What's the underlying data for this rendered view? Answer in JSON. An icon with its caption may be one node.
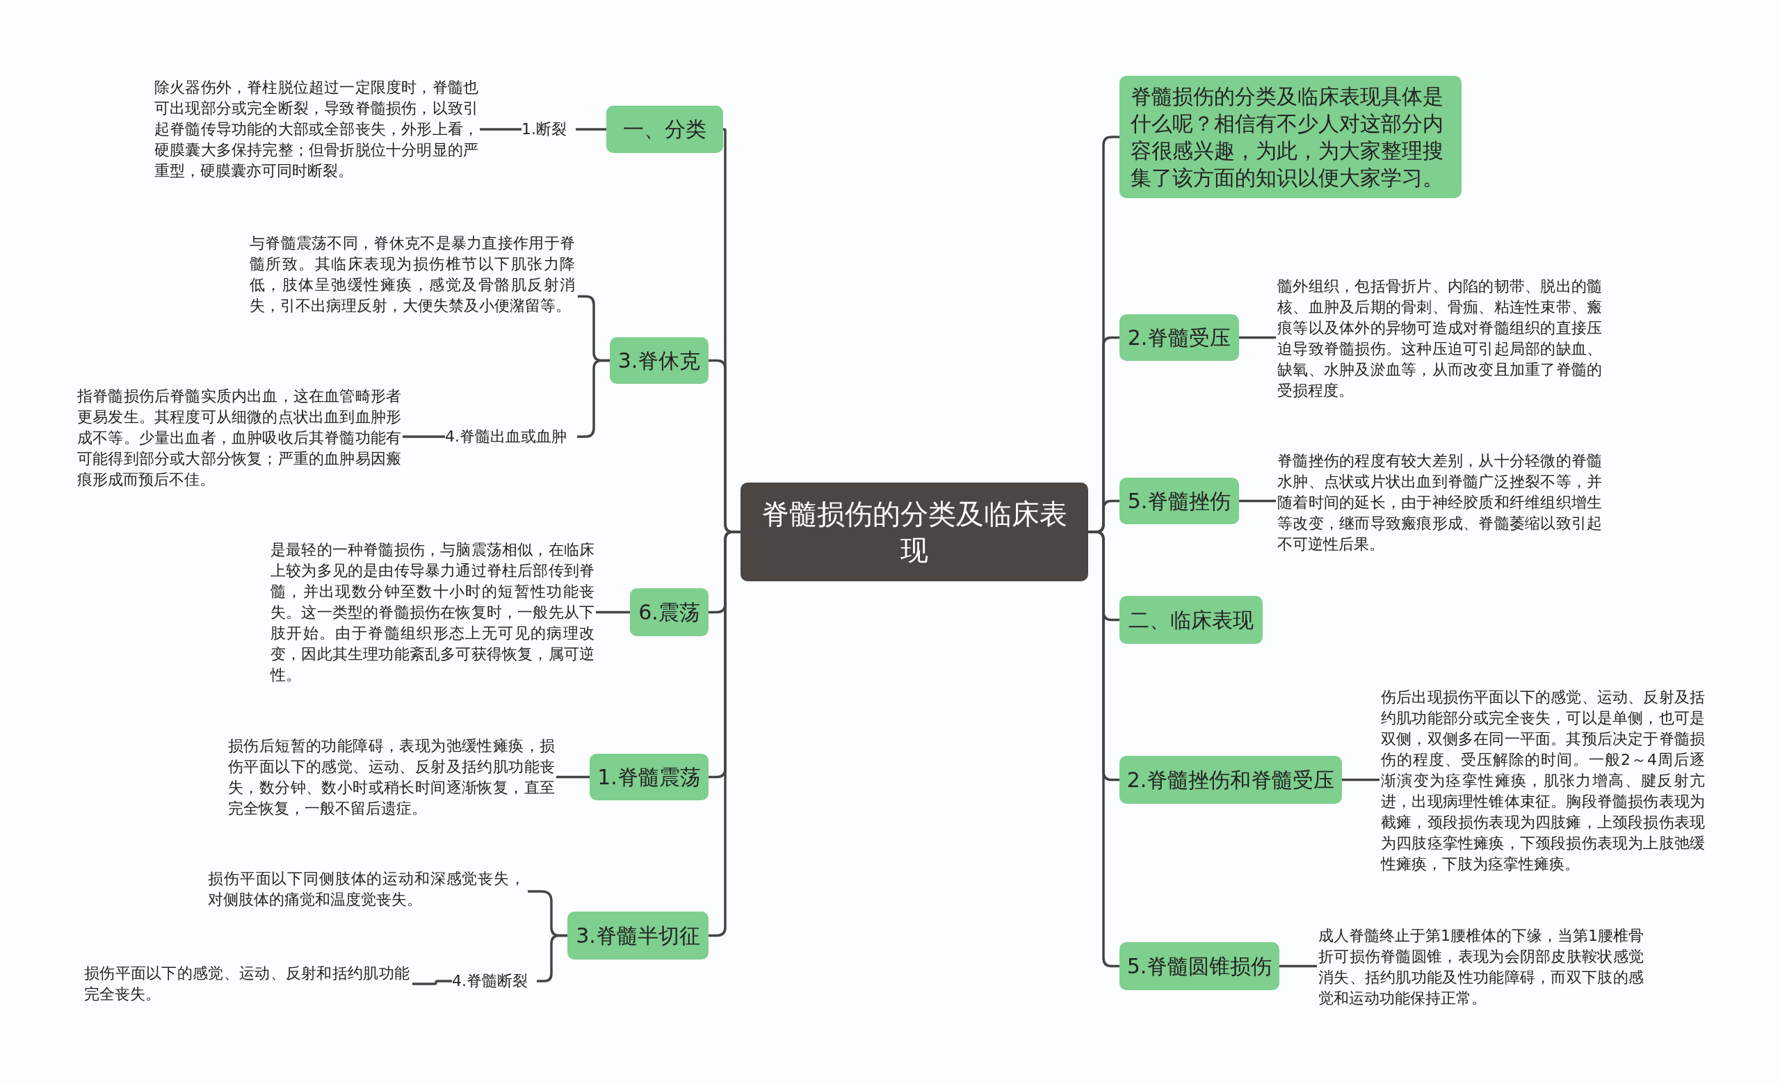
{
  "diagram": {
    "nodes": [
      {
        "text": [
          "脊髓损伤的分类及临床表现"
        ]
      },
      {
        "text": [
          "一、分类"
        ]
      },
      {
        "text": [
          "1.断裂"
        ]
      },
      {
        "text": [
          "除火器伤外，脊柱脱位超过一定限度时，脊髓也可出现部分或完全断裂，导致脊髓损伤，以致引起脊髓传导功能的大部或全部丧失，外形上看，硬膜囊大多保持完整；但骨折脱位十分明显的严重型，硬膜囊亦可同时断裂。"
        ]
      },
      {
        "text": [
          "3.脊休克"
        ]
      },
      {
        "text": [
          "与脊髓震荡不同，脊休克不是暴力直接作用于脊髓所致。其临床表现为损伤椎节以下肌张力降低，肢体呈弛缓性瘫痪，感觉及骨骼肌反射消失，引不出病理反射，大便失禁及小便潴留等。"
        ]
      },
      {
        "text": [
          "4.脊髓出血或血肿"
        ]
      },
      {
        "text": [
          "指脊髓损伤后脊髓实质内出血，这在血管畸形者更易发生。其程度可从细微的点状出血到血肿形成不等。少量出血者，血肿吸收后其脊髓功能有可能得到部分或大部分恢复；严重的血肿易因瘢痕形成而预后不佳。"
        ]
      },
      {
        "text": [
          "6.震荡"
        ]
      },
      {
        "text": [
          "是最轻的一种脊髓损伤，与脑震荡相似，在临床上较为多见的是由传导暴力通过脊柱后部传到脊髓，并出现数分钟至数十小时的短暂性功能丧失。这一类型的脊髓损伤在恢复时，一般先从下肢开始。由于脊髓组织形态上无可见的病理改变，因此其生理功能紊乱多可获得恢复，属可逆性。"
        ]
      },
      {
        "text": [
          "1.脊髓震荡"
        ]
      },
      {
        "text": [
          "损伤后短暂的功能障碍，表现为弛缓性瘫痪，损伤平面以下的感觉、运动、反射及括约肌功能丧失，数分钟、数小时或稍长时间逐渐恢复，直至完全恢复，一般不留后遗症。"
        ]
      },
      {
        "text": [
          "3.脊髓半切征"
        ]
      },
      {
        "text": [
          "损伤平面以下同侧肢体的运动和深感觉丧失，对侧肢体的痛觉和温度觉丧失。"
        ]
      },
      {
        "text": [
          "4.脊髓断裂"
        ]
      },
      {
        "text": [
          "损伤平面以下的感觉、运动、反射和括约肌功能完全丧失。"
        ]
      },
      {
        "text": [
          "脊髓损伤的分类及临床表现具体是什么呢？相信有不少人对这部分内容很感兴趣，为此，为大家整理搜集了该方面的知识以便大家学习。"
        ]
      },
      {
        "text": [
          "2.脊髓受压"
        ]
      },
      {
        "text": [
          "髓外组织，包括骨折片、内陷的韧带、脱出的髓核、血肿及后期的骨刺、骨痂、粘连性束带、瘢痕等以及体外的异物可造成对脊髓组织的直接压迫导致脊髓损伤。这种压迫可引起局部的缺血、缺氧、水肿及淤血等，从而改变且加重了脊髓的受损程度。"
        ]
      },
      {
        "text": [
          "5.脊髓挫伤"
        ]
      },
      {
        "text": [
          "脊髓挫伤的程度有较大差别，从十分轻微的脊髓水肿、点状或片状出血到脊髓广泛挫裂不等，并随着时间的延长，由于神经胶质和纤维组织增生等改变，继而导致瘢痕形成、脊髓萎缩以致引起不可逆性后果。"
        ]
      },
      {
        "text": [
          "二、临床表现"
        ]
      },
      {
        "text": [
          "2.脊髓挫伤和脊髓受压"
        ]
      },
      {
        "text": [
          "伤后出现损伤平面以下的感觉、运动、反射及括约肌功能部分或完全丧失，可以是单侧，也可是双侧，双侧多在同一平面。其预后决定于脊髓损伤的程度、受压解除的时间。一般2～4周后逐渐演变为痉挛性瘫痪，肌张力增高、腱反射亢进，出现病理性锥体束征。胸段脊髓损伤表现为截瘫，颈段损伤表现为四肢瘫，上颈段损伤表现为四肢痉挛性瘫痪，下颈段损伤表现为上肢弛缓性瘫痪，下肢为痉挛性瘫痪。"
        ]
      },
      {
        "text": [
          "5.脊髓圆锥损伤"
        ]
      },
      {
        "text": [
          "成人脊髓终止于第1腰椎体的下缘，当第1腰椎骨折可损伤脊髓圆锥，表现为会阴部皮肤鞍状感觉消失、括约肌功能及性功能障碍，而双下肢的感觉和运动功能保持正常。"
        ]
      }
    ],
    "edges": [
      {
        "from": 0,
        "to": 1,
        "arrow": "none"
      },
      {
        "from": 1,
        "to": 2,
        "arrow": "none"
      },
      {
        "from": 2,
        "to": 3,
        "arrow": "none"
      },
      {
        "from": 0,
        "to": 4,
        "arrow": "none"
      },
      {
        "from": 4,
        "to": 5,
        "arrow": "none"
      },
      {
        "from": 4,
        "to": 6,
        "arrow": "none"
      },
      {
        "from": 6,
        "to": 7,
        "arrow": "none"
      },
      {
        "from": 0,
        "to": 8,
        "arrow": "none"
      },
      {
        "from": 8,
        "to": 9,
        "arrow": "none"
      },
      {
        "from": 0,
        "to": 10,
        "arrow": "none"
      },
      {
        "from": 10,
        "to": 11,
        "arrow": "none"
      },
      {
        "from": 0,
        "to": 12,
        "arrow": "none"
      },
      {
        "from": 12,
        "to": 13,
        "arrow": "none"
      },
      {
        "from": 12,
        "to": 14,
        "arrow": "none"
      },
      {
        "from": 14,
        "to": 15,
        "arrow": "none"
      },
      {
        "from": 0,
        "to": 16,
        "arrow": "none"
      },
      {
        "from": 0,
        "to": 17,
        "arrow": "none"
      },
      {
        "from": 17,
        "to": 18,
        "arrow": "none"
      },
      {
        "from": 0,
        "to": 19,
        "arrow": "none"
      },
      {
        "from": 19,
        "to": 20,
        "arrow": "none"
      },
      {
        "from": 0,
        "to": 21,
        "arrow": "none"
      },
      {
        "from": 0,
        "to": 22,
        "arrow": "none"
      },
      {
        "from": 22,
        "to": 23,
        "arrow": "none"
      },
      {
        "from": 0,
        "to": 24,
        "arrow": "none"
      },
      {
        "from": 24,
        "to": 25,
        "arrow": "none"
      }
    ]
  }
}
